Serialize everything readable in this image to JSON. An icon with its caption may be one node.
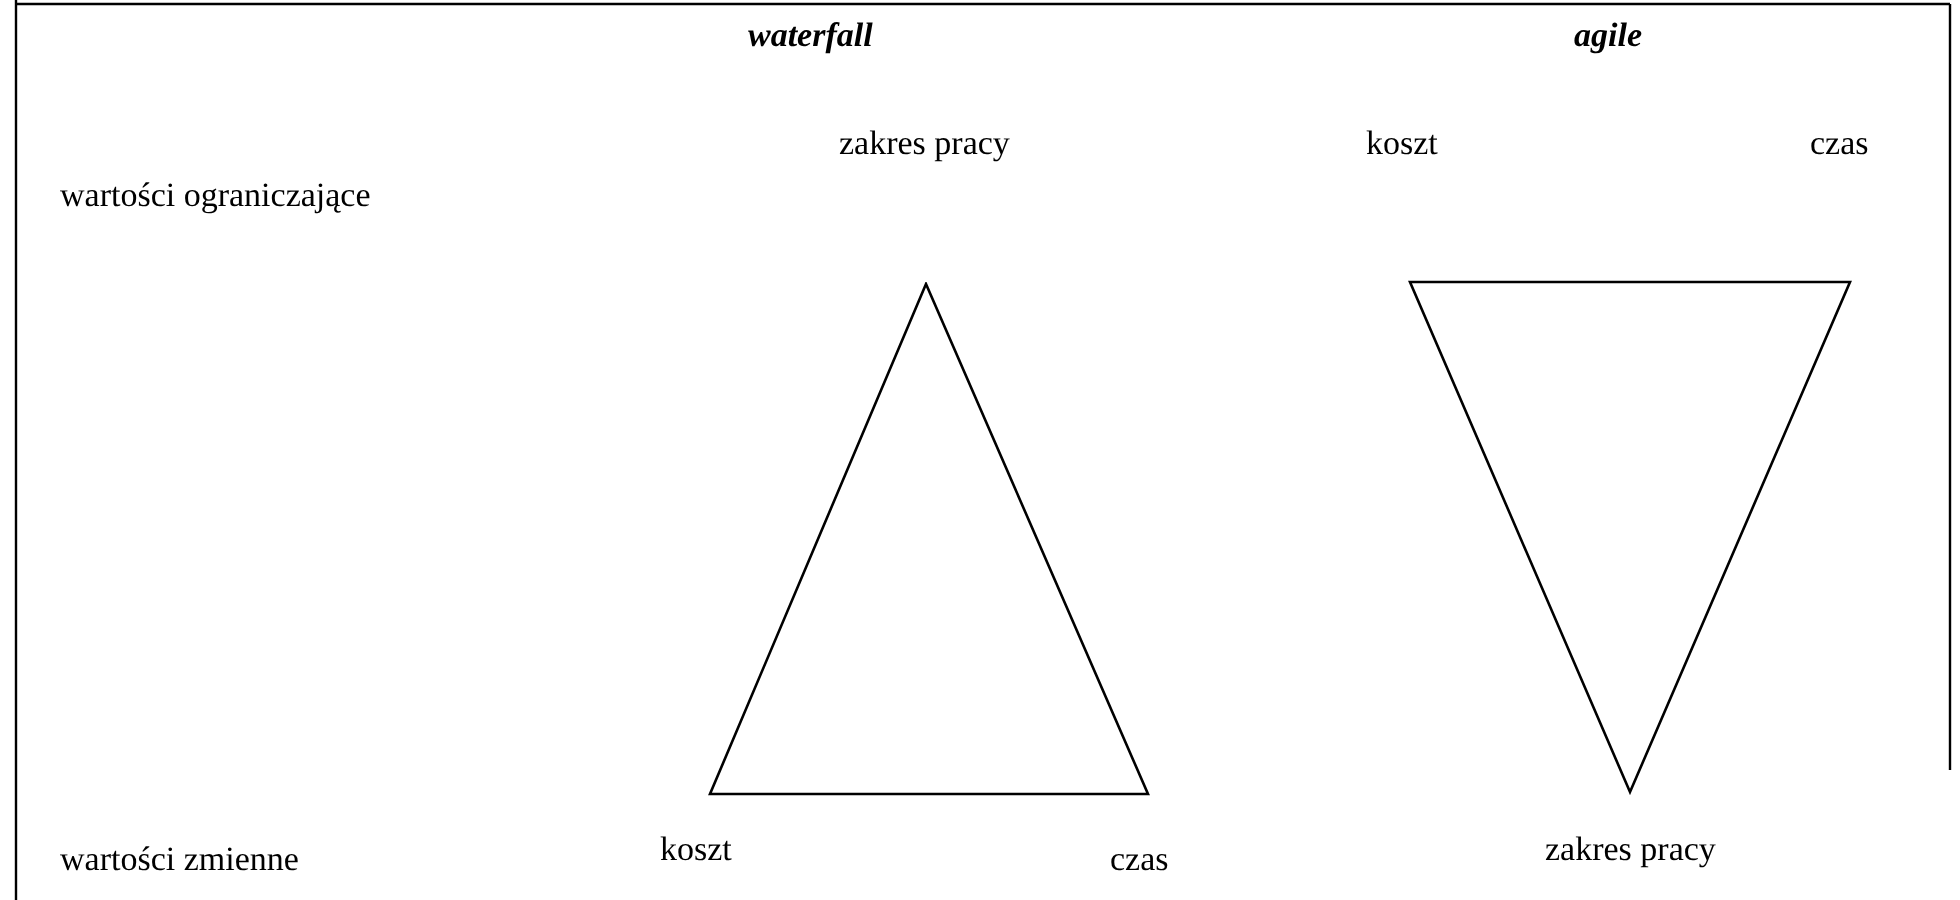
{
  "diagram": {
    "nodes": [
      {
        "text": [],
        "shape": "triangle",
        "beside": [
          "zakres pracy",
          "koszt",
          "czas"
        ]
      },
      {
        "text": [],
        "shape": "triangle",
        "beside": [
          "koszt",
          "czas",
          "zakres pracy"
        ]
      }
    ],
    "labels": [
      "waterfall",
      "agile",
      "wartości ograniczające",
      "wartości zmienne"
    ]
  }
}
